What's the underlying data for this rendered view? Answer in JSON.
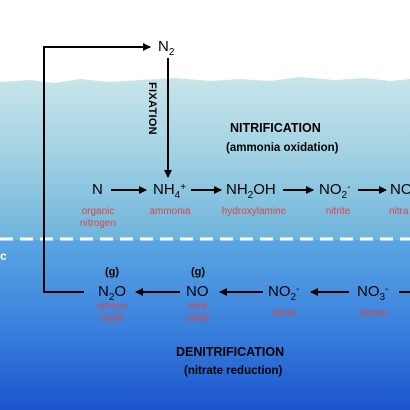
{
  "diagram": {
    "fixation_label": "FIXATION",
    "nitrification": {
      "title": "NITRIFICATION",
      "subtitle": "(ammonia oxidation)"
    },
    "denitrification": {
      "title": "DENITRIFICATION",
      "subtitle": "(nitrate reduction)"
    },
    "n2": {
      "base": "N",
      "sub": "2"
    },
    "edge_char": "c",
    "top_row": [
      {
        "base": "N",
        "sub": "",
        "sup": "",
        "label": "organic\nnitrogen"
      },
      {
        "base": "NH",
        "sub": "4",
        "sup": "+",
        "label": "ammonia"
      },
      {
        "base": "NH",
        "sub": "2",
        "tail": "OH",
        "sup": "",
        "label": "hydroxylamine"
      },
      {
        "base": "NO",
        "sub": "2",
        "sup": "-",
        "label": "nitrite"
      },
      {
        "base": "NO",
        "sub": "",
        "sup": "",
        "label": "nitra"
      }
    ],
    "bottom_row": [
      {
        "base": "N",
        "sub": "2",
        "tail": "O",
        "state": "(g)",
        "label": "nitrous\noxide"
      },
      {
        "base": "NO",
        "sub": "",
        "state": "(g)",
        "label": "nitric\noxide"
      },
      {
        "base": "NO",
        "sub": "2",
        "sup": "-",
        "state": "",
        "label": "nitrite"
      },
      {
        "base": "NO",
        "sub": "3",
        "sup": "-",
        "state": "",
        "label": "nitrate"
      }
    ]
  },
  "colors": {
    "sky": "#ffffff",
    "water_top": "#c6e3e8",
    "water_mid": "#84c2de",
    "deep_top": "#4d9ee2",
    "deep_bottom": "#1c56cf",
    "label_red": "#d94545",
    "arrow": "#000000"
  }
}
